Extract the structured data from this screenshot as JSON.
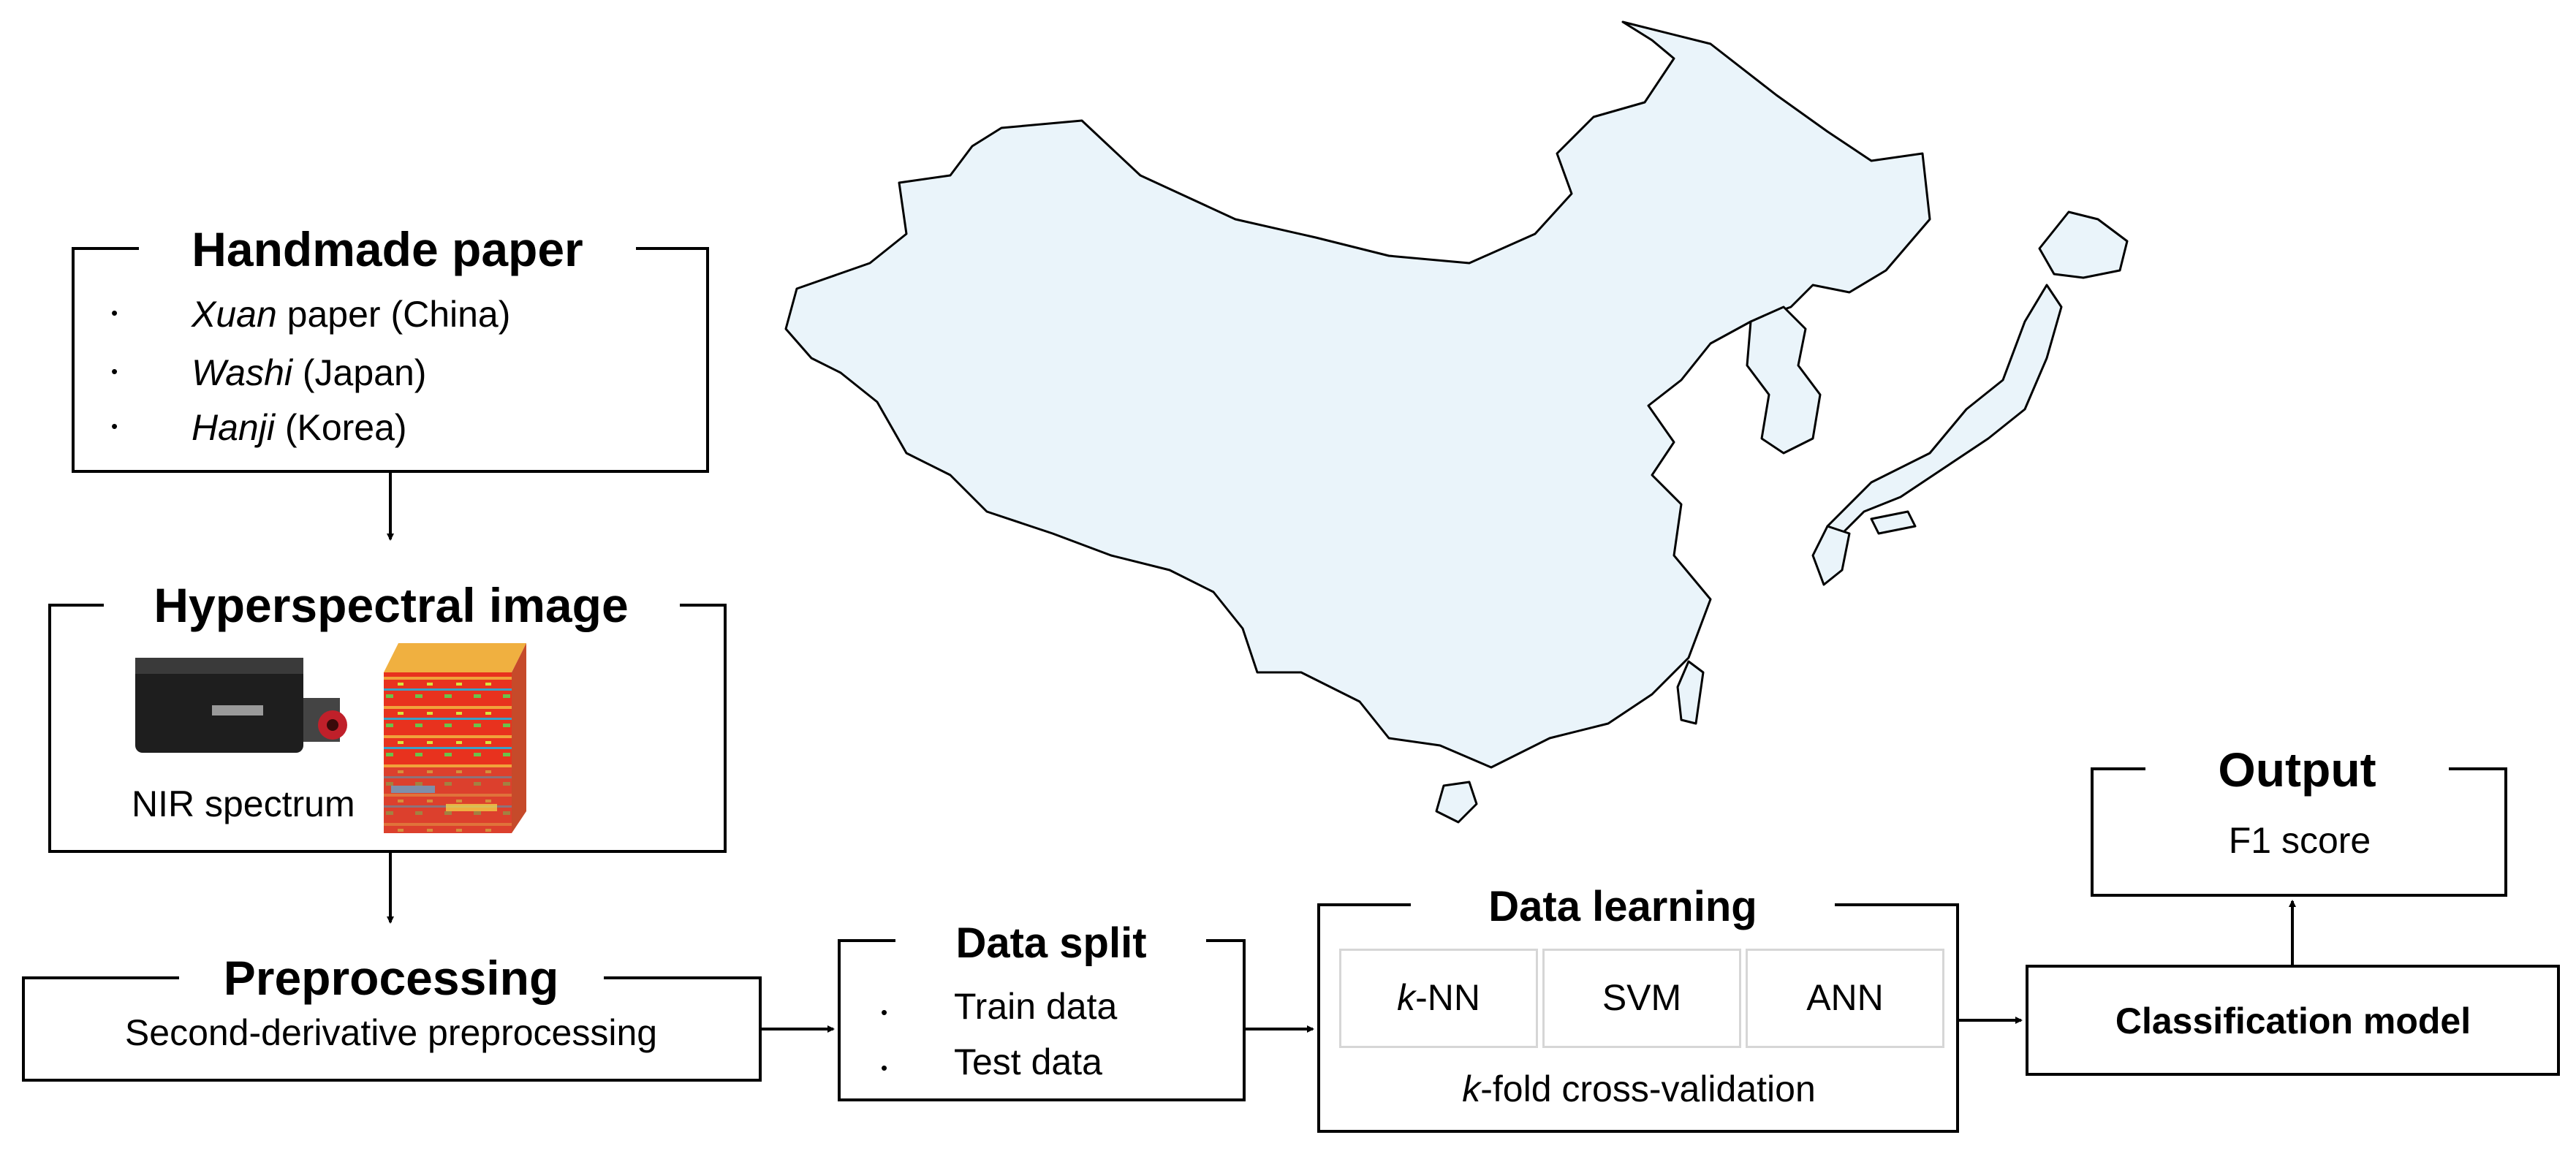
{
  "handmade": {
    "title": "Handmade paper",
    "items": [
      {
        "italic": "Xuan",
        "rest": " paper (China)"
      },
      {
        "italic": "Washi",
        "rest": " (Japan)"
      },
      {
        "italic": "Hanji",
        "rest": " (Korea)"
      }
    ]
  },
  "hyperspectral": {
    "title": "Hyperspectral image",
    "caption": "NIR spectrum"
  },
  "preprocessing": {
    "title": "Preprocessing",
    "subtitle": "Second-derivative preprocessing"
  },
  "datasplit": {
    "title": "Data split",
    "items": [
      "Train data",
      "Test data"
    ]
  },
  "learning": {
    "title": "Data learning",
    "knn_italic": "k",
    "knn_rest": "-NN",
    "svm": "SVM",
    "ann": "ANN",
    "cv_italic": "k",
    "cv_rest": "-fold cross-validation"
  },
  "classification": {
    "label": "Classification model"
  },
  "output": {
    "title": "Output",
    "subtitle": "F1 score"
  },
  "colors": {
    "map_fill": "#eaf4fa",
    "line": "#000000"
  }
}
